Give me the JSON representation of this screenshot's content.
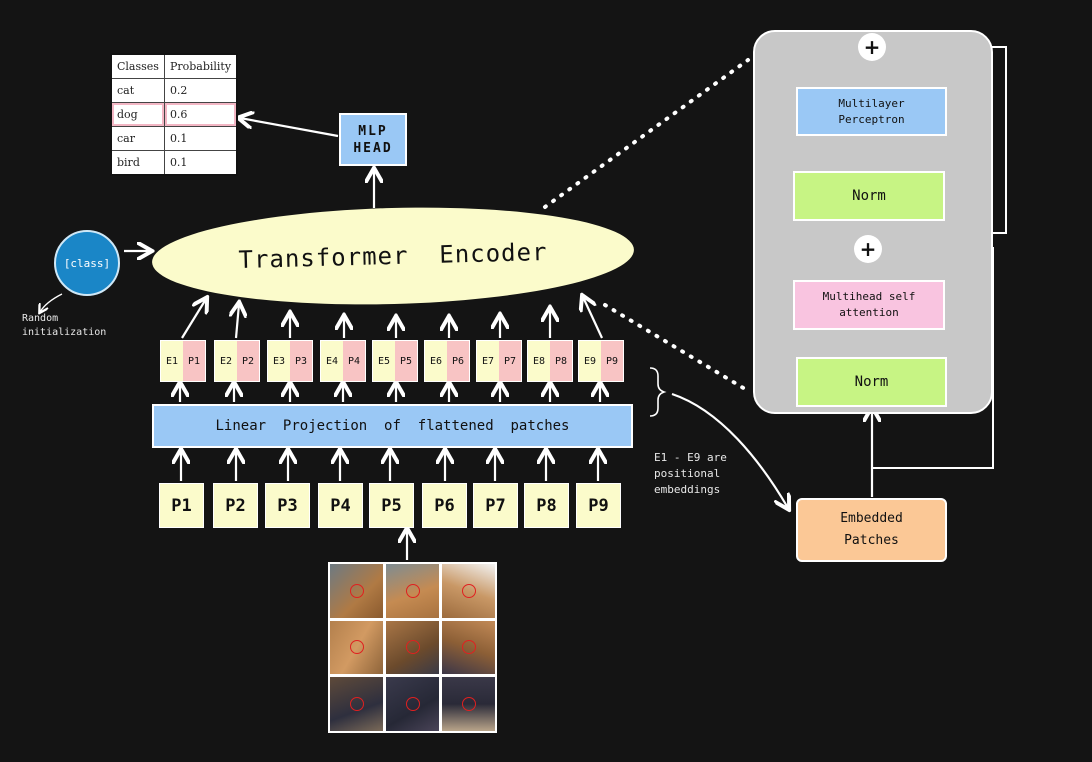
{
  "table": {
    "headers": [
      "Classes",
      "Probability"
    ],
    "rows": [
      [
        "cat",
        "0.2"
      ],
      [
        "dog",
        "0.6"
      ],
      [
        "car",
        "0.1"
      ],
      [
        "bird",
        "0.1"
      ]
    ]
  },
  "mlp_head": "MLP\nHEAD",
  "encoder": "Transformer  Encoder",
  "class_token": "[class]",
  "random_init": "Random\ninitialization",
  "tokens": [
    {
      "e": "E1",
      "p": "P1"
    },
    {
      "e": "E2",
      "p": "P2"
    },
    {
      "e": "E3",
      "p": "P3"
    },
    {
      "e": "E4",
      "p": "P4"
    },
    {
      "e": "E5",
      "p": "P5"
    },
    {
      "e": "E6",
      "p": "P6"
    },
    {
      "e": "E7",
      "p": "P7"
    },
    {
      "e": "E8",
      "p": "P8"
    },
    {
      "e": "E9",
      "p": "P9"
    }
  ],
  "linear_projection": "Linear  Projection  of  flattened  patches",
  "patches": [
    "P1",
    "P2",
    "P3",
    "P4",
    "P5",
    "P6",
    "P7",
    "P8",
    "P9"
  ],
  "positional_note": "E1 - E9 are\npositional\nembeddings",
  "encoder_block": {
    "mlp": "Multilayer\nPerceptron",
    "norm_top": "Norm",
    "attention": "Multihead self\nattention",
    "norm_bottom": "Norm",
    "add_symbol": "+",
    "embedded_patches": "Embedded\nPatches"
  },
  "colors": {
    "background": "#141414",
    "yellow": "#fbfbcb",
    "blue": "#9ac8f5",
    "pink": "#f8c4c4",
    "green": "#c7f484",
    "orange": "#fbc896",
    "class_token": "#1a86c7",
    "panel": "#c8c8c8"
  }
}
